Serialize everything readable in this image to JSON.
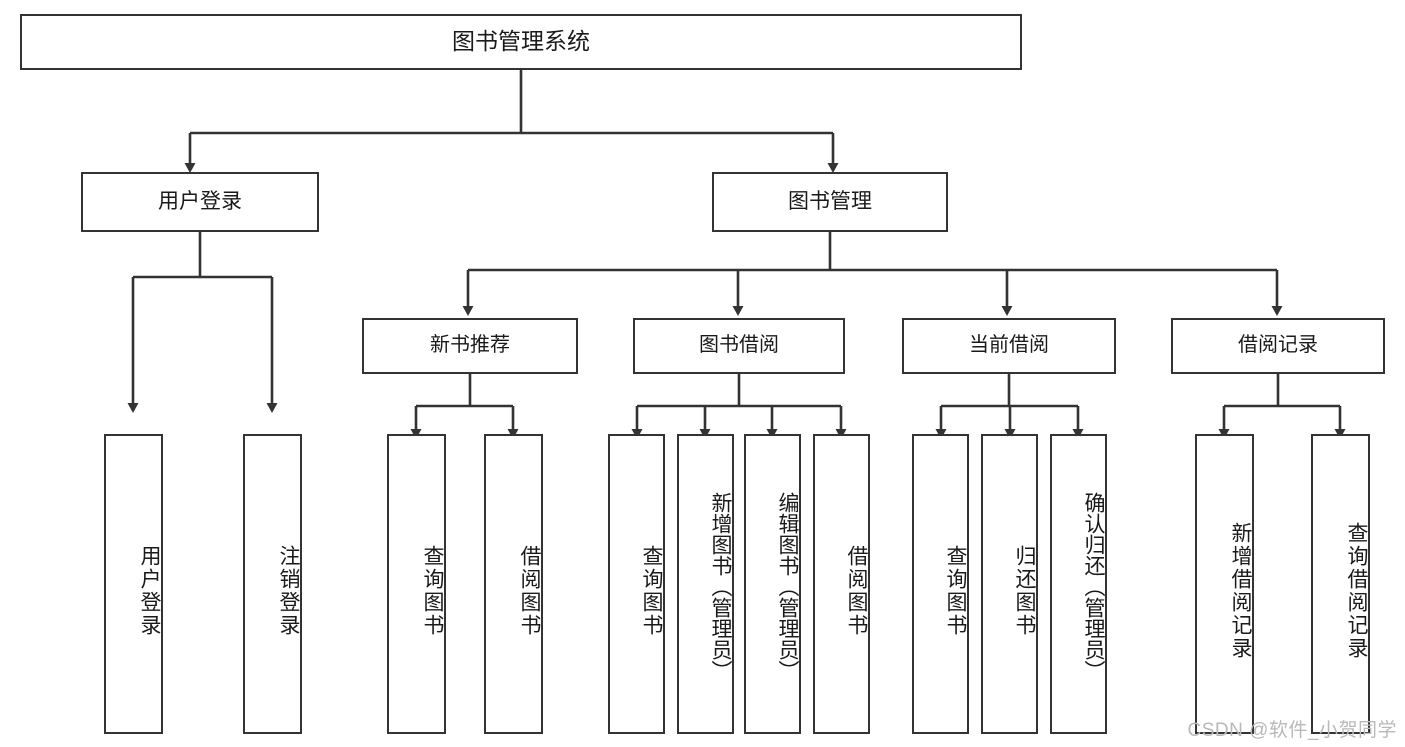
{
  "diagram": {
    "type": "tree",
    "title": "图书管理系统",
    "orientation": "top-down",
    "colors": {
      "background": "#ffffff",
      "node_fill": "#ffffff",
      "node_border": "#333333",
      "text": "#1a1a1a",
      "connector": "#333333",
      "watermark": "#b9b9b9"
    }
  },
  "nodes": {
    "root": {
      "label": "图书管理系统"
    },
    "level1": [
      {
        "label": "用户登录"
      },
      {
        "label": "图书管理"
      }
    ],
    "level2": [
      {
        "label": "新书推荐"
      },
      {
        "label": "图书借阅"
      },
      {
        "label": "当前借阅"
      },
      {
        "label": "借阅记录"
      }
    ],
    "leaves": [
      {
        "label": "用户登录",
        "parent": "用户登录"
      },
      {
        "label": "注销登录",
        "parent": "用户登录"
      },
      {
        "label": "查询图书",
        "parent": "新书推荐"
      },
      {
        "label": "借阅图书",
        "parent": "新书推荐"
      },
      {
        "label": "查询图书",
        "parent": "图书借阅"
      },
      {
        "label": "新增图书（管理员）",
        "parent": "图书借阅"
      },
      {
        "label": "编辑图书（管理员）",
        "parent": "图书借阅"
      },
      {
        "label": "借阅图书",
        "parent": "图书借阅"
      },
      {
        "label": "查询图书",
        "parent": "当前借阅"
      },
      {
        "label": "归还图书",
        "parent": "当前借阅"
      },
      {
        "label": "确认归还（管理员）",
        "parent": "当前借阅"
      },
      {
        "label": "新增借阅记录",
        "parent": "借阅记录"
      },
      {
        "label": "查询借阅记录",
        "parent": "借阅记录"
      }
    ]
  },
  "watermark": {
    "text": "CSDN @软件_小贺同学"
  }
}
